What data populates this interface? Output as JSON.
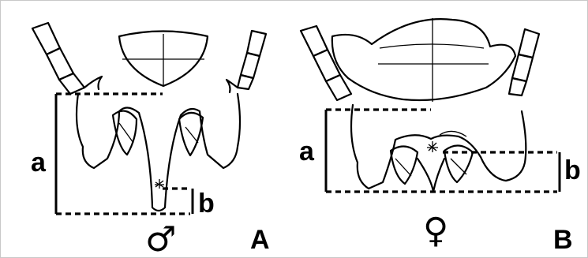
{
  "panels": [
    {
      "letter": "A",
      "sex_symbol": "♂",
      "measure_a": "a",
      "measure_b": "b"
    },
    {
      "letter": "B",
      "sex_symbol": "♀",
      "measure_a": "a",
      "measure_b": "b"
    }
  ]
}
